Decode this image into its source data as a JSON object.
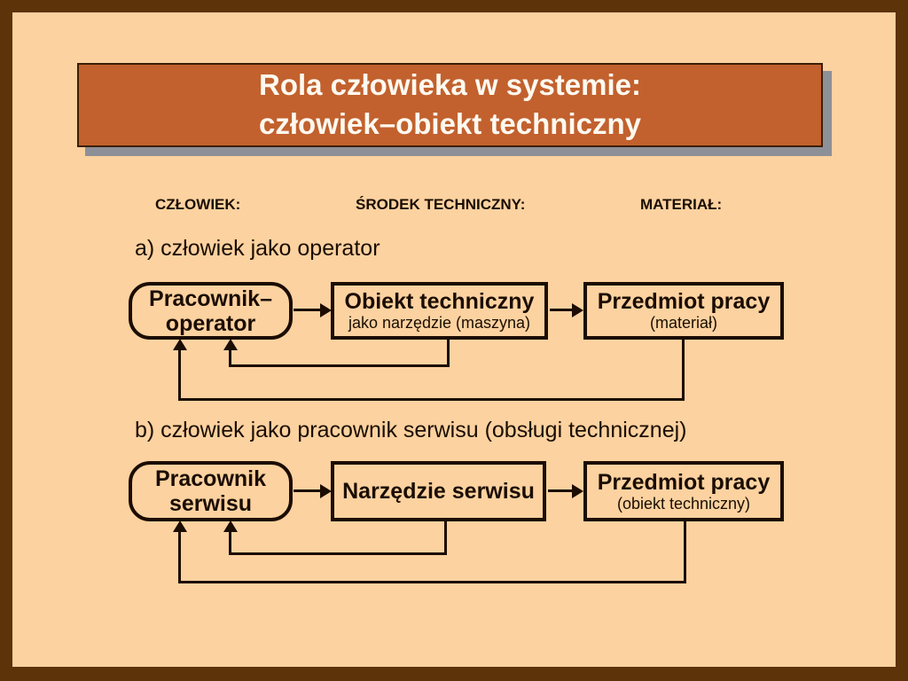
{
  "slide": {
    "title_line1": "Rola człowieka w systemie:",
    "title_line2": "człowiek–obiekt techniczny",
    "colors": {
      "frame": "#5d3309",
      "background": "#fcd2a0",
      "banner": "#c2612e",
      "banner_shadow": "#8e9097",
      "title_text": "#fdf9f0",
      "ink": "#1b0d02"
    }
  },
  "column_headers": [
    {
      "label": "CZŁOWIEK:"
    },
    {
      "label": "ŚRODEK TECHNICZNY:"
    },
    {
      "label": "MATERIAŁ:"
    }
  ],
  "section_a": {
    "label": "a) człowiek jako operator",
    "boxes": {
      "human": {
        "line1": "Pracownik–",
        "line2": "operator"
      },
      "tool": {
        "title": "Obiekt techniczny",
        "subtitle": "jako narzędzie (maszyna)"
      },
      "material": {
        "title": "Przedmiot pracy",
        "subtitle": "(materiał)"
      }
    }
  },
  "section_b": {
    "label": "b) człowiek jako pracownik serwisu (obsługi technicznej)",
    "boxes": {
      "human": {
        "line1": "Pracownik",
        "line2": "serwisu"
      },
      "tool": {
        "title": "Narzędzie serwisu"
      },
      "material": {
        "title": "Przedmiot pracy",
        "subtitle": "(obiekt techniczny)"
      }
    }
  }
}
